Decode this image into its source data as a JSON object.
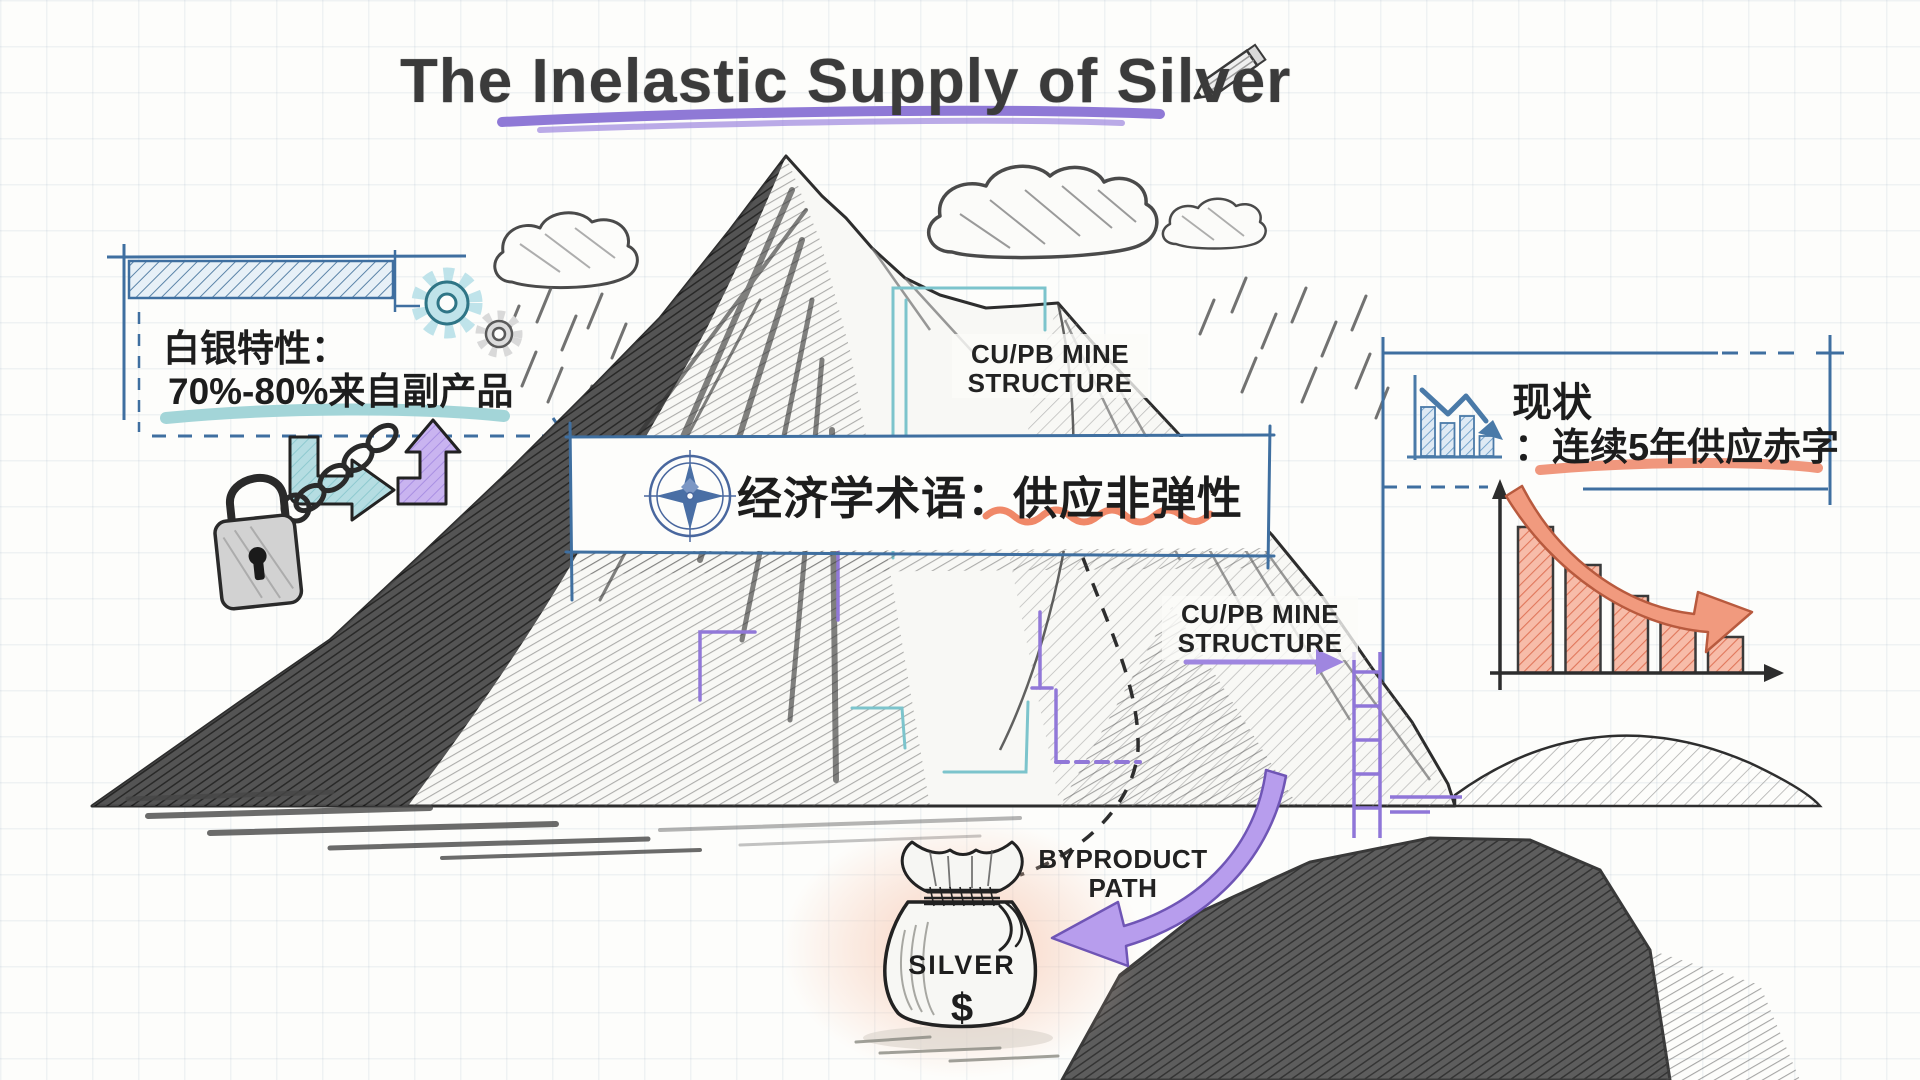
{
  "title": {
    "text": "The Inelastic Supply of Silver",
    "underline_color": "#8f79d6",
    "icon": "pencil-icon"
  },
  "boxes": {
    "silver_traits": {
      "line1": "白银特性：",
      "line2": "70%-80%来自副产品",
      "underline_color": "#9ed3d6",
      "icons": [
        "gear-icon",
        "gear-icon-small"
      ]
    },
    "economic_term": {
      "text": "经济学术语：供应非弹性",
      "squiggle_color": "#f08868",
      "icon": "compass-rose-icon"
    },
    "current_status": {
      "line1": "现状",
      "line2": "：连续5年供应赤字",
      "underline_color": "#f0977d",
      "icon": "declining-bar-chart-icon"
    }
  },
  "labels": {
    "mine_upper": {
      "line1": "CU/PB MINE",
      "line2": "STRUCTURE"
    },
    "mine_lower": {
      "line1": "CU/PB MINE",
      "line2": "STRUCTURE"
    },
    "byproduct": {
      "line1": "BYPRODUCT",
      "line2": "PATH"
    }
  },
  "money_bag": {
    "label": "SILVER",
    "currency": "$"
  },
  "colors": {
    "sketch_ink": "#2e2e2e",
    "blue_frame": "#3f6fa0",
    "teal": "#9ed3d6",
    "purple": "#b49ae6",
    "salmon": "#f0977d",
    "icon_blue": "#6b9dc8"
  },
  "chart_data": [
    {
      "type": "bar",
      "name": "supply-deficit-trend",
      "categories": [
        1,
        2,
        3,
        4,
        5
      ],
      "values": [
        146,
        108,
        77,
        57,
        36
      ],
      "title": "",
      "xlabel": "",
      "ylabel": "",
      "note": "unlabeled declining red hatched bars with downward curved arrow; values are relative heights"
    },
    {
      "type": "bar",
      "name": "status-icon-chart",
      "categories": [
        1,
        2,
        3,
        4
      ],
      "values": [
        49,
        33,
        40,
        20
      ],
      "note": "small blue icon bar chart with zigzag down-arrow; values are relative heights"
    }
  ]
}
